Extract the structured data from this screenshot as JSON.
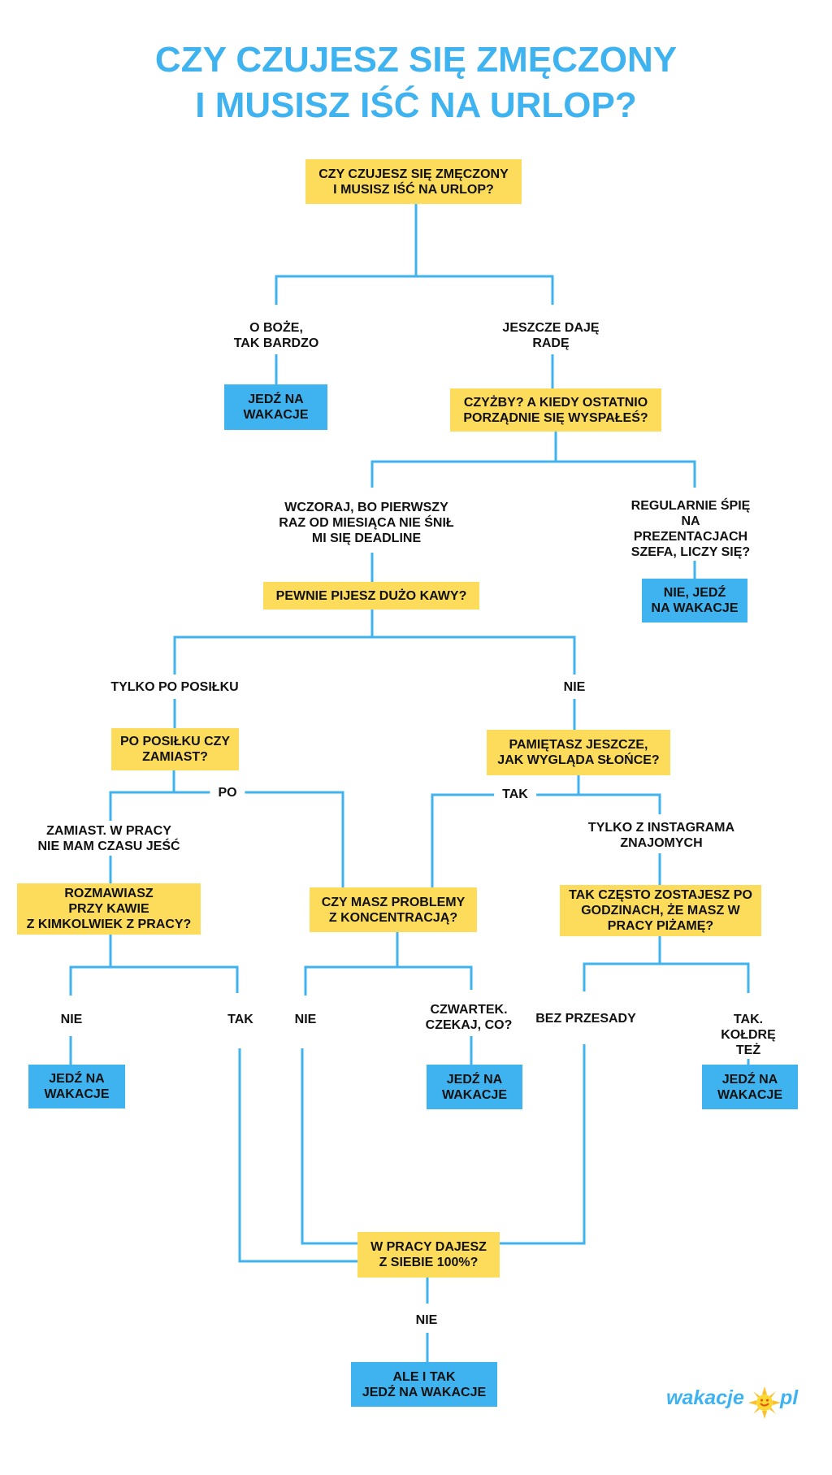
{
  "title": {
    "line1": "CZY CZUJESZ SIĘ ZMĘCZONY",
    "line2": "I MUSISZ IŚĆ NA URLOP?"
  },
  "colors": {
    "question": "#fddc5c",
    "answer": "#3fb3ef",
    "line": "#3fb3ef",
    "title": "#3fb3ef"
  },
  "nodes": {
    "start": "CZY CZUJESZ SIĘ ZMĘCZONY\nI MUSISZ IŚĆ NA URLOP?",
    "go_1": "JEDŹ NA\nWAKACJE",
    "q_sleep": "CZYŻBY? A KIEDY OSTATNIO\nPORZĄDNIE SIĘ WYSPAŁEŚ?",
    "go_2": "NIE, JEDŹ\nNA WAKACJE",
    "q_coffee": "PEWNIE PIJESZ DUŻO KAWY?",
    "q_after": "PO POSIŁKU CZY\nZAMIAST?",
    "q_sun": "PAMIĘTASZ JESZCZE,\nJAK WYGLĄDA SŁOŃCE?",
    "q_chat": "ROZMAWIASZ\nPRZY  KAWIE\nZ KIMKOLWIEK Z PRACY?",
    "q_focus": "CZY MASZ PROBLEMY\nZ KONCENTRACJĄ?",
    "q_pajama": "TAK CZĘSTO ZOSTAJESZ PO\nGODZINACH, ŻE MASZ W\nPRACY PIŻAMĘ?",
    "go_3": "JEDŹ NA\nWAKACJE",
    "go_4": "JEDŹ NA\nWAKACJE",
    "go_5": "JEDŹ NA\nWAKACJE",
    "q_100": "W PRACY DAJESZ\nZ SIEBIE 100%?",
    "go_final": "ALE I TAK\nJEDŹ NA WAKACJE"
  },
  "labels": {
    "oh_god": "O BOŻE,\nTAK BARDZO",
    "still_ok": "JESZCZE DAJĘ\nRADĘ",
    "yesterday": "WCZORAJ, BO PIERWSZY\nRAZ OD MIESIĄCA NIE ŚNIŁ\nMI SIĘ DEADLINE",
    "boss": "REGULARNIE ŚPIĘ\nNA PREZENTACJACH\nSZEFA, LICZY SIĘ?",
    "after_meal": "TYLKO PO POSIŁKU",
    "nie_coffee": "NIE",
    "po": "PO",
    "tak_sun": "TAK",
    "instead": "ZAMIAST. W PRACY\nNIE MAM CZASU JEŚĆ",
    "instagram": "TYLKO Z INSTAGRAMA\nZNAJOMYCH",
    "nie_chat": "NIE",
    "tak_chat": "TAK",
    "nie_focus": "NIE",
    "thursday": "CZWARTEK.\nCZEKAJ, CO?",
    "without": "BEZ PRZESADY",
    "blanket": "TAK. KOŁDRĘ TEŻ",
    "nie_100": "NIE"
  },
  "logo": {
    "text": "wakacje",
    "suffix": "pl",
    "icon": "sun-icon"
  }
}
